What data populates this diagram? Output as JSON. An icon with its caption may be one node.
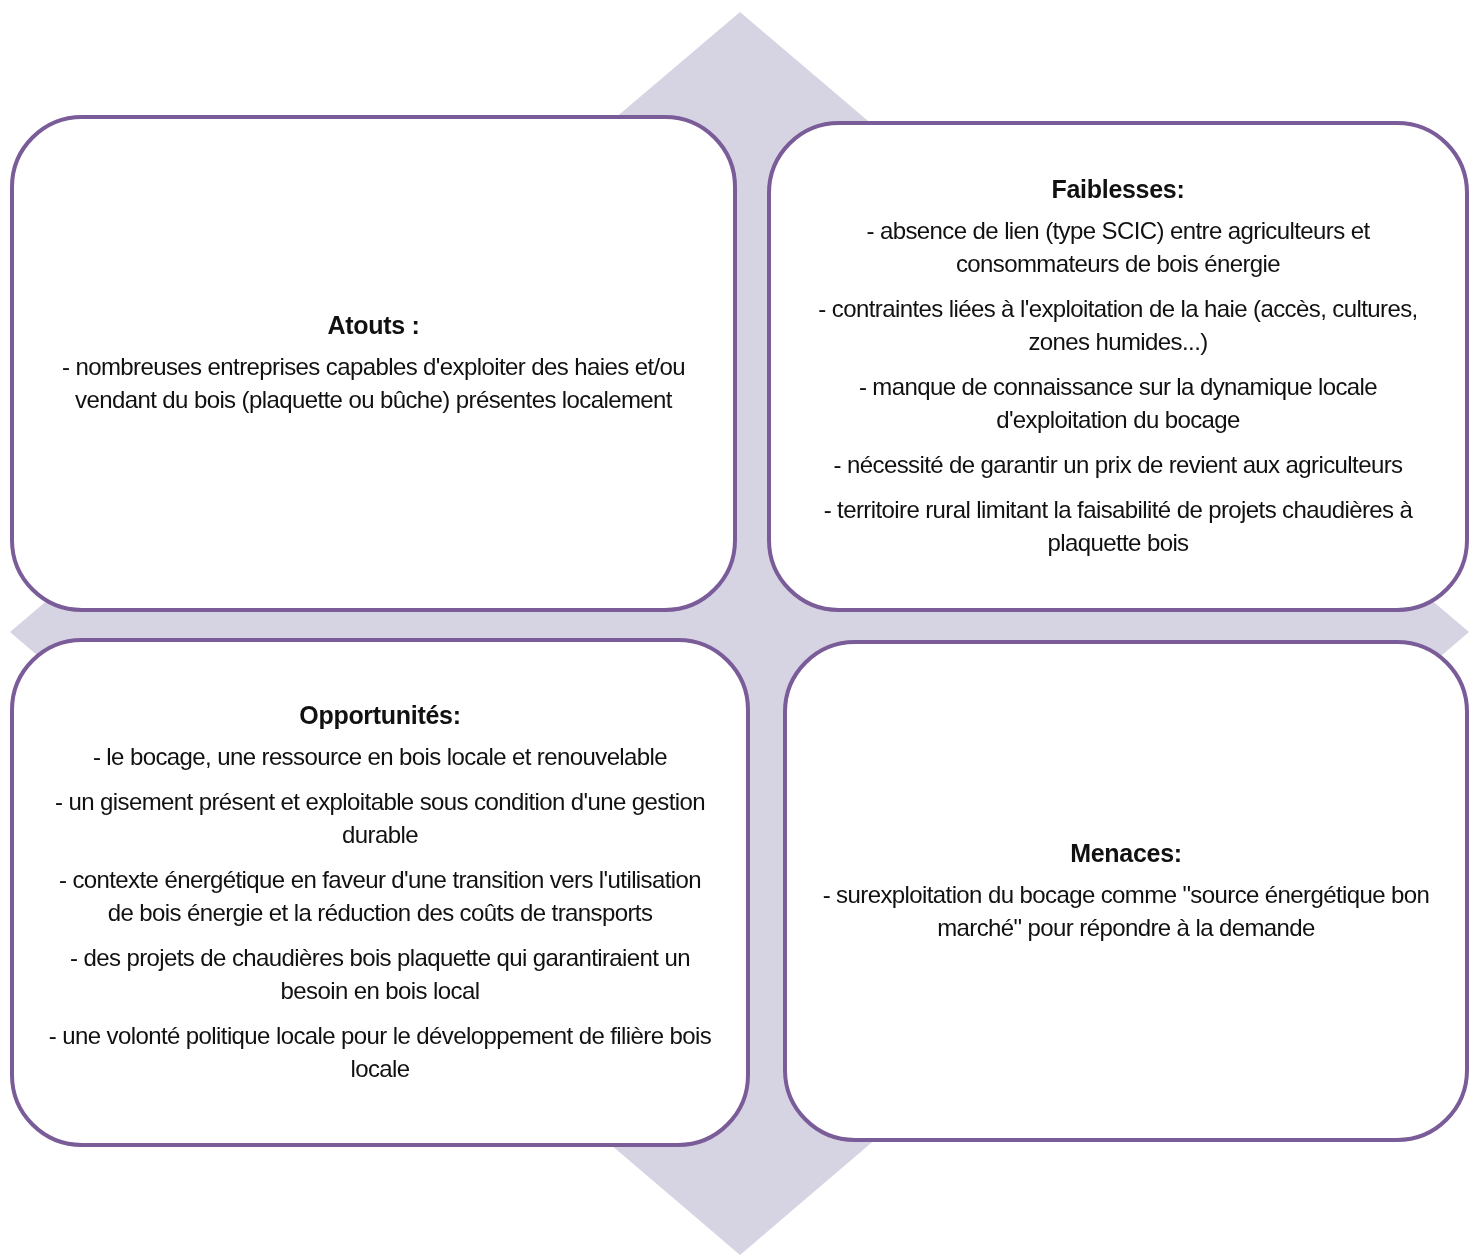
{
  "diagram": {
    "nodes": [
      {
        "text": [
          "Atouts :",
          "- nombreuses entreprises capables d'exploiter des haies et/ou vendant du bois (plaquette ou bûche) présentes localement"
        ]
      },
      {
        "text": [
          "Faiblesses:",
          "- absence de lien (type SCIC) entre agriculteurs et consommateurs de bois énergie",
          "- contraintes liées à l'exploitation de la haie (accès, cultures, zones humides...)",
          "- manque de connaissance sur la dynamique locale d'exploitation du bocage",
          "- nécessité de garantir un prix de revient aux agriculteurs",
          "- territoire rural limitant la faisabilité de projets chaudières à plaquette bois"
        ]
      },
      {
        "text": [
          "Opportunités:",
          "- le bocage, une ressource en bois locale et renouvelable",
          "- un gisement présent et exploitable sous condition d'une gestion durable",
          "- contexte énergétique en faveur d'une transition vers l'utilisation de bois énergie et la réduction des coûts de transports",
          "- des projets de chaudières bois plaquette qui garantiraient un besoin en bois local",
          "- une volonté politique locale pour le développement de filière bois locale"
        ]
      },
      {
        "text": [
          "Menaces:",
          "- surexploitation du bocage comme \"source énergétique bon marché\" pour répondre à la demande"
        ]
      }
    ]
  }
}
